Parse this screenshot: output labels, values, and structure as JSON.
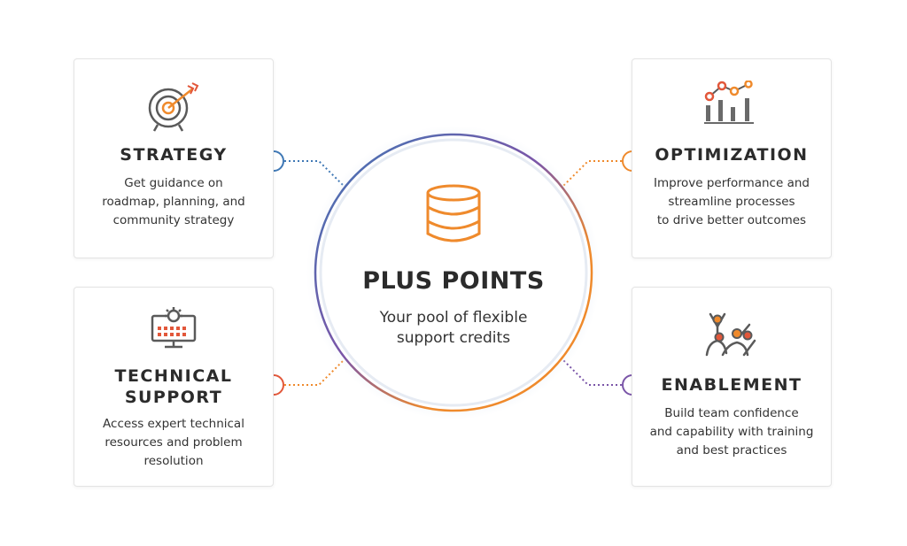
{
  "center": {
    "title": "PLUS POINTS",
    "subtitle_line1": "Your pool of flexible",
    "subtitle_line2": "support credits",
    "icon": "database-icon"
  },
  "cards": {
    "strategy": {
      "title": "STRATEGY",
      "desc_line1": "Get guidance on",
      "desc_line2": "roadmap, planning, and",
      "desc_line3": "community strategy",
      "icon": "target-icon",
      "connector_color": "#3f78b5"
    },
    "optimization": {
      "title": "OPTIMIZATION",
      "desc_line1": "Improve performance and",
      "desc_line2": "streamline processes",
      "desc_line3": "to drive better outcomes",
      "icon": "chart-icon",
      "connector_color": "#ef8a2c"
    },
    "technical": {
      "title_line1": "TECHNICAL",
      "title_line2": "SUPPORT",
      "desc_line1": "Access expert technical",
      "desc_line2": "resources and problem",
      "desc_line3": "resolution",
      "icon": "computer-gear-icon",
      "connector_color": "#e2573a"
    },
    "enablement": {
      "title": "ENABLEMENT",
      "desc_line1": "Build team confidence",
      "desc_line2": "and capability with training",
      "desc_line3": "and best practices",
      "icon": "team-icon",
      "connector_color": "#7a55a8"
    }
  },
  "colors": {
    "accent_orange": "#ef8a2c",
    "accent_blue": "#3f78b5",
    "accent_purple": "#7a55a8",
    "accent_red": "#e2573a",
    "text": "#2b2b2b",
    "icon_gray": "#5a5a5a"
  }
}
